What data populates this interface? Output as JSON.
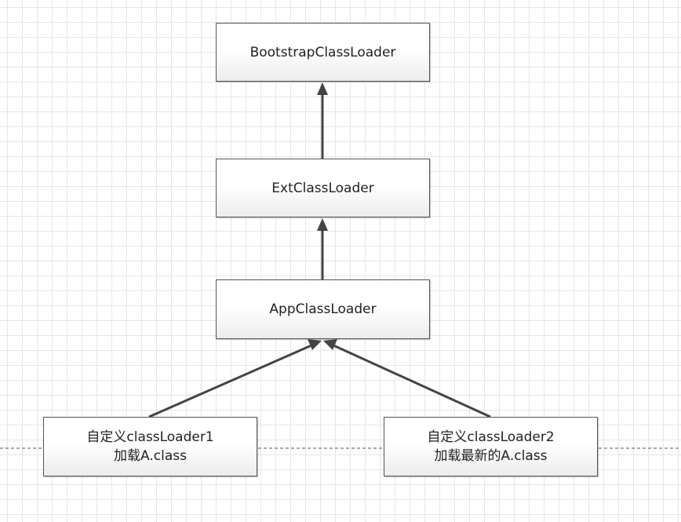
{
  "nodes": {
    "bootstrap": {
      "label": "BootstrapClassLoader"
    },
    "ext": {
      "label": "ExtClassLoader"
    },
    "app": {
      "label": "AppClassLoader"
    },
    "custom1": {
      "line1": "自定义classLoader1",
      "line2": "加载A.class"
    },
    "custom2": {
      "line1": "自定义classLoader2",
      "line2": "加载最新的A.class"
    }
  },
  "edges": [
    {
      "from": "ext",
      "to": "bootstrap"
    },
    {
      "from": "app",
      "to": "ext"
    },
    {
      "from": "custom1",
      "to": "app"
    },
    {
      "from": "custom2",
      "to": "app"
    }
  ],
  "colors": {
    "arrow": "#444444",
    "divider": "#555555",
    "box_border": "#555555"
  }
}
